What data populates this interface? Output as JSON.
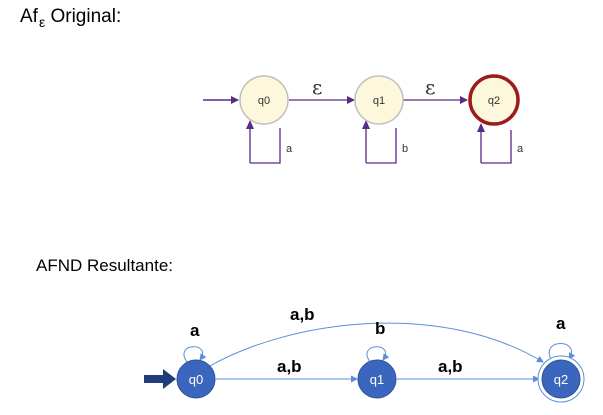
{
  "original": {
    "title_main": "Af",
    "title_sub": "ε",
    "title_rest": " Original:",
    "states": [
      "q0",
      "q1",
      "q2"
    ],
    "transitions": {
      "q0_q1": "ε",
      "q1_q2": "ε"
    },
    "loops": {
      "q0": "a",
      "q1": "b",
      "q2": "a"
    }
  },
  "resultante": {
    "title": "AFND Resultante:",
    "states": [
      "q0",
      "q1",
      "q2"
    ],
    "transitions": {
      "q0_q1": "a,b",
      "q1_q2": "a,b",
      "q0_q2": "a,b"
    },
    "loops": {
      "q0": "a",
      "q1": "b",
      "q2": "a"
    }
  },
  "colors": {
    "original_state_fill": "#fdf7dc",
    "original_state_stroke": "#bfbfbf",
    "original_accept_stroke": "#9c1c1c",
    "original_edge": "#5a2a86",
    "result_state_fill": "#3a66bd",
    "result_edge": "#5b8ed8",
    "result_arrow": "#1f3d7a"
  }
}
